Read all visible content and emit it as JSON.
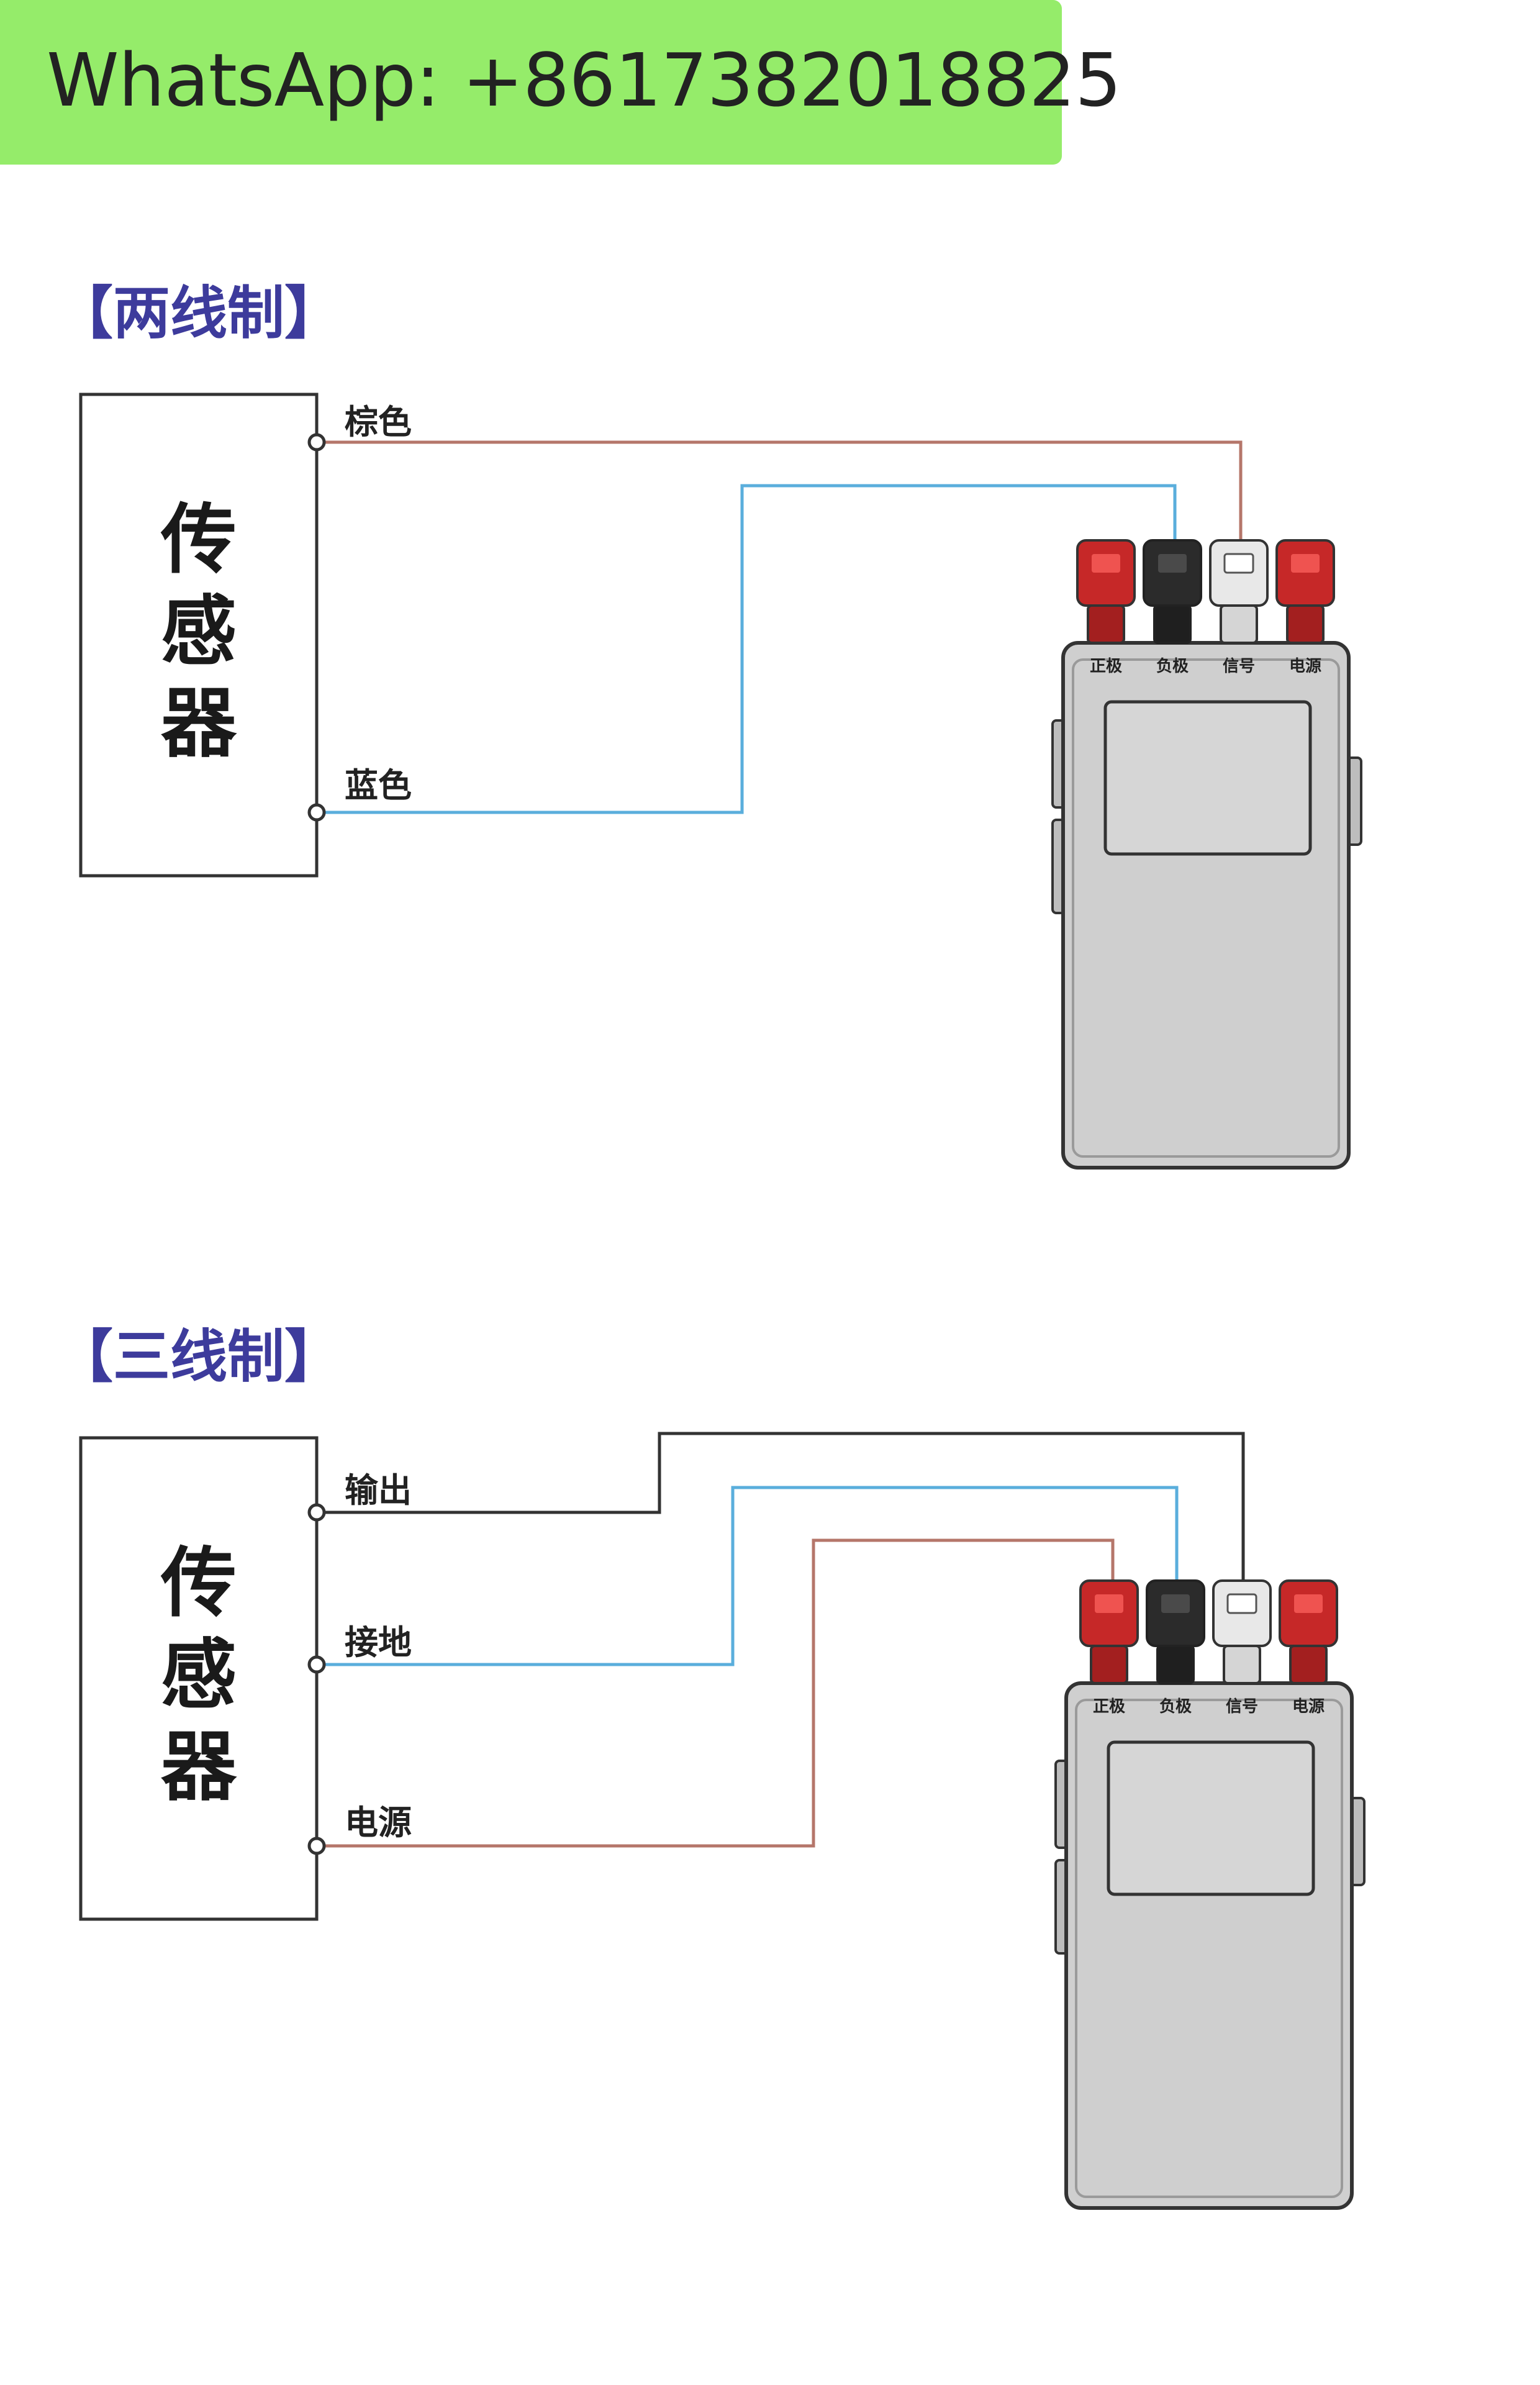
{
  "banner": {
    "text": "WhatsApp: +8617382018825"
  },
  "sections": [
    {
      "title": "【两线制】",
      "sensor_label": "传感器",
      "wires": [
        {
          "label": "棕色",
          "color": "#b5766a"
        },
        {
          "label": "蓝色",
          "color": "#5aaedc"
        }
      ],
      "terminals": [
        "正极",
        "负极",
        "信号",
        "电源"
      ]
    },
    {
      "title": "【三线制】",
      "sensor_label": "传感器",
      "wires": [
        {
          "label": "输出",
          "color": "#333333"
        },
        {
          "label": "接地",
          "color": "#5aaedc"
        },
        {
          "label": "电源",
          "color": "#b5766a"
        }
      ],
      "terminals": [
        "正极",
        "负极",
        "信号",
        "电源"
      ]
    }
  ],
  "colors": {
    "title": "#3d3b9c",
    "banner": "#95ec6a",
    "plug_red": "#c62828",
    "plug_black": "#2b2b2b",
    "plug_white": "#e8e8e8",
    "device_body": "#cfcfcf"
  }
}
